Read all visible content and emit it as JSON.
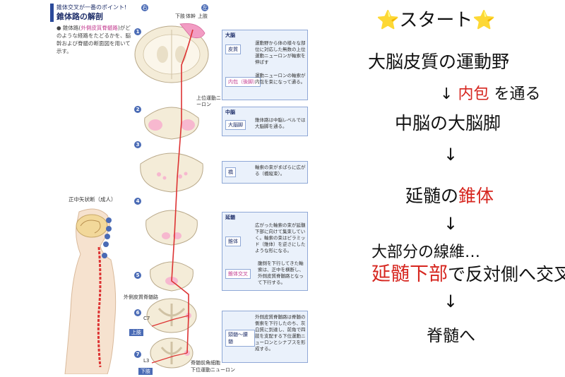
{
  "figure": {
    "kicker": "錐体交叉が一番のポイント!",
    "title": "錐体路の解剖",
    "intro_pre": "● 錐体路(",
    "intro_hl": "外側皮質脊髄路",
    "intro_post": ")がどのような経路をたどるかを、脳幹および脊髄の断面図を用いて示す。",
    "side_labels": [
      "右",
      "左"
    ],
    "top_labels": [
      "下肢",
      "体幹",
      "上肢"
    ],
    "levels": [
      "1",
      "2",
      "3",
      "4",
      "5",
      "6",
      "7"
    ],
    "upper_motor_neuron": "上位運動ニューロン",
    "lateral_tract": "外側皮質脊髄路",
    "c7": "C7",
    "l3": "L3",
    "upper_limb": "上肢",
    "lower_limb": "下肢",
    "lower_motor_neuron_1": "脊髄前角細胞",
    "lower_motor_neuron_2": "下位運動ニューロン",
    "body_title": "正中矢状断（成人）",
    "boxes": {
      "cerebrum": {
        "title": "大脳",
        "tag1": "皮質",
        "desc1": "運動野から体の様々な部位に対応した無数の上位運動ニューロンが軸索を伸ばす",
        "tag2": "内包（後脚）",
        "desc2": "運動ニューロンの軸索が内包を束になって通る。"
      },
      "midbrain": {
        "title": "中脳",
        "tag": "大脳脚",
        "desc": "錐体路は中脳レベルでは大脳脚を通る。"
      },
      "pons": {
        "tag": "橋",
        "desc": "軸索の束がまばらに広がる（橋縦束）。"
      },
      "medulla": {
        "title": "延髄",
        "tag1": "錐体",
        "desc1": "広がった軸索の束が延髄下部に向けて集束していく。軸索の束はピラミッド（錐体）を逆さにしたような形になる。",
        "tag2": "錐体交叉",
        "desc2": "腹側を下行してきた軸索は、正中を横断し、外側皮質脊髄路となって下行する。"
      },
      "spinal": {
        "tag": "頸髄〜腰髄",
        "desc": "外側皮質脊髄路は脊髄の側索を下行したのち、灰白質に到達し、前角で四肢を支配する下位運動ニューロンとシナプスを形成する。"
      }
    }
  },
  "notes": {
    "star": "⭐",
    "start": "スタート",
    "line1": "大脳皮質の運動野",
    "line2_arrow": "↓",
    "line2_red": "内包",
    "line2_post": "を通る",
    "line3": "中脳の大脳脚",
    "arrow": "↓",
    "line4_pre": "延髄の",
    "line4_red": "錐体",
    "line5": "大部分の線維…",
    "line6_red": "延髄下部",
    "line6_post": "で反対側へ交叉",
    "line7": "脊髄へ"
  },
  "colors": {
    "accent_red": "#d6261f",
    "figure_blue": "#4a6bb5",
    "tract_red": "#d33",
    "pink": "#c23a8f"
  }
}
